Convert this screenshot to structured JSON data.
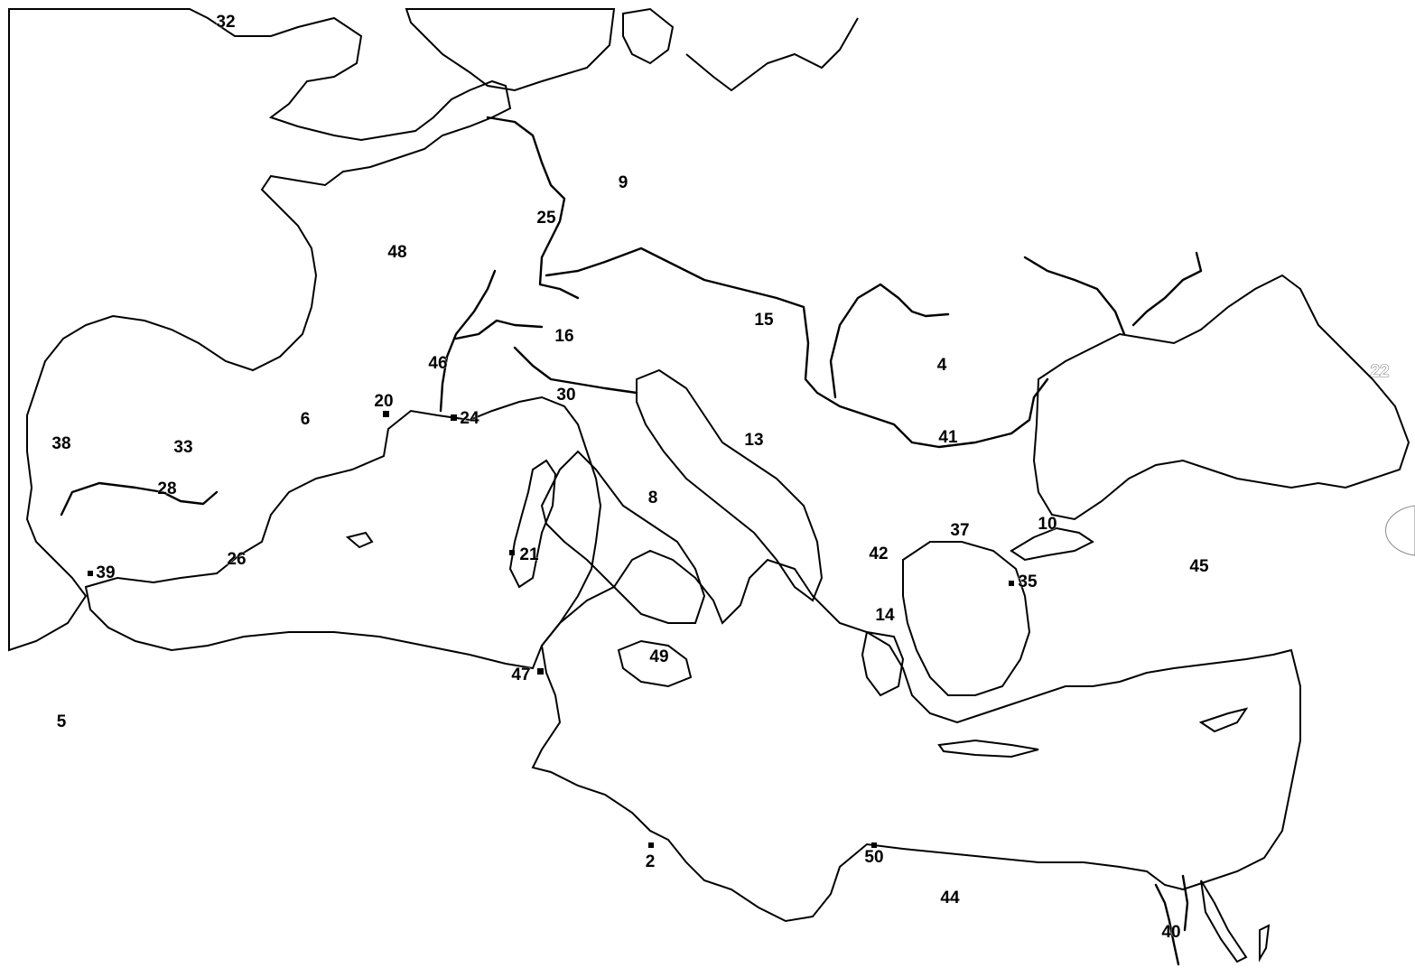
{
  "colors": {
    "ocean_grey": "#6e6e6e",
    "sea_dark": "#1c1c1c",
    "land": "#ffffff",
    "river": "#000000",
    "label": "#000000"
  },
  "map": {
    "labels": [
      {
        "id": "32",
        "text": "32"
      },
      {
        "id": "9",
        "text": "9"
      },
      {
        "id": "25",
        "text": "25"
      },
      {
        "id": "48",
        "text": "48"
      },
      {
        "id": "16",
        "text": "16"
      },
      {
        "id": "15",
        "text": "15"
      },
      {
        "id": "4",
        "text": "4"
      },
      {
        "id": "22",
        "text": "22"
      },
      {
        "id": "46",
        "text": "46"
      },
      {
        "id": "20",
        "text": "20"
      },
      {
        "id": "24",
        "text": "24"
      },
      {
        "id": "30",
        "text": "30"
      },
      {
        "id": "6",
        "text": "6"
      },
      {
        "id": "38",
        "text": "38"
      },
      {
        "id": "33",
        "text": "33"
      },
      {
        "id": "28",
        "text": "28"
      },
      {
        "id": "13",
        "text": "13"
      },
      {
        "id": "41",
        "text": "41"
      },
      {
        "id": "8",
        "text": "8"
      },
      {
        "id": "37",
        "text": "37"
      },
      {
        "id": "10",
        "text": "10"
      },
      {
        "id": "42",
        "text": "42"
      },
      {
        "id": "45",
        "text": "45"
      },
      {
        "id": "35",
        "text": "35"
      },
      {
        "id": "21",
        "text": "21"
      },
      {
        "id": "26",
        "text": "26"
      },
      {
        "id": "39",
        "text": "39"
      },
      {
        "id": "14",
        "text": "14"
      },
      {
        "id": "49",
        "text": "49"
      },
      {
        "id": "47",
        "text": "47"
      },
      {
        "id": "5",
        "text": "5"
      },
      {
        "id": "2",
        "text": "2"
      },
      {
        "id": "50",
        "text": "50"
      },
      {
        "id": "44",
        "text": "44"
      },
      {
        "id": "40",
        "text": "40"
      }
    ]
  }
}
